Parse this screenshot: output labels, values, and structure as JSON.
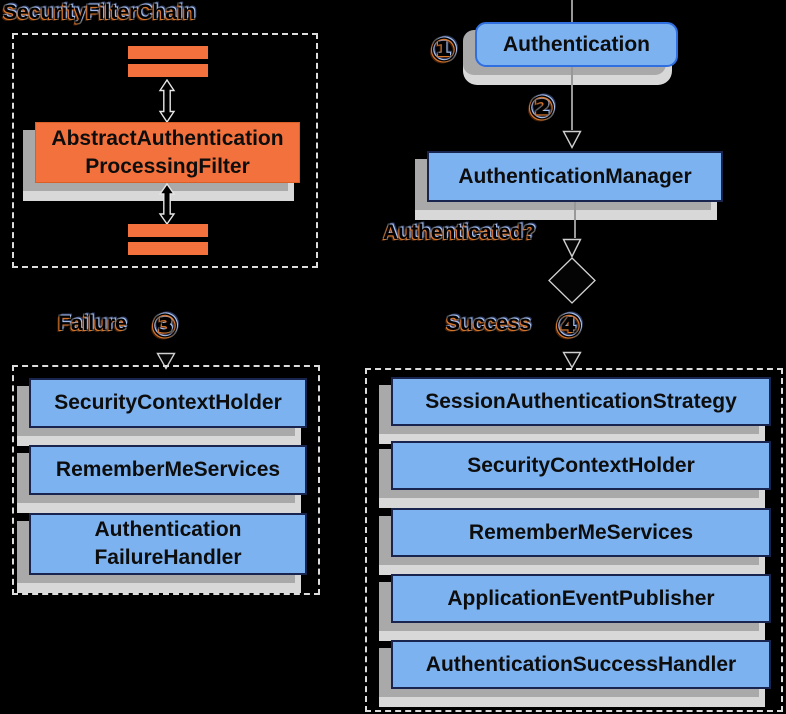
{
  "filter_chain": {
    "title": "SecurityFilterChain",
    "processing_filter": "AbstractAuthentication\nProcessingFilter"
  },
  "flow": {
    "step1_badge": "①",
    "authentication": "Authentication",
    "step2_badge": "②",
    "authentication_manager": "AuthenticationManager",
    "decision": "Authenticated?"
  },
  "failure_branch": {
    "label": "Failure",
    "badge": "③",
    "handlers": [
      "SecurityContextHolder",
      "RememberMeServices",
      "Authentication\nFailureHandler"
    ]
  },
  "success_branch": {
    "label": "Success",
    "badge": "④",
    "handlers": [
      "SessionAuthenticationStrategy",
      "SecurityContextHolder",
      "RememberMeServices",
      "ApplicationEventPublisher",
      "AuthenticationSuccessHandler"
    ]
  },
  "colors": {
    "background": "#000000",
    "box_fill_blue": "#7db2f0",
    "box_border_navy": "#19254f",
    "box_border_bright_blue": "#2f6fe0",
    "box_fill_orange": "#f2713c",
    "shadow_dark": "#a9a9a9",
    "shadow_light": "#d8d8d8",
    "connector_line": "#989898",
    "dashed_border": "#dcdcdc"
  }
}
